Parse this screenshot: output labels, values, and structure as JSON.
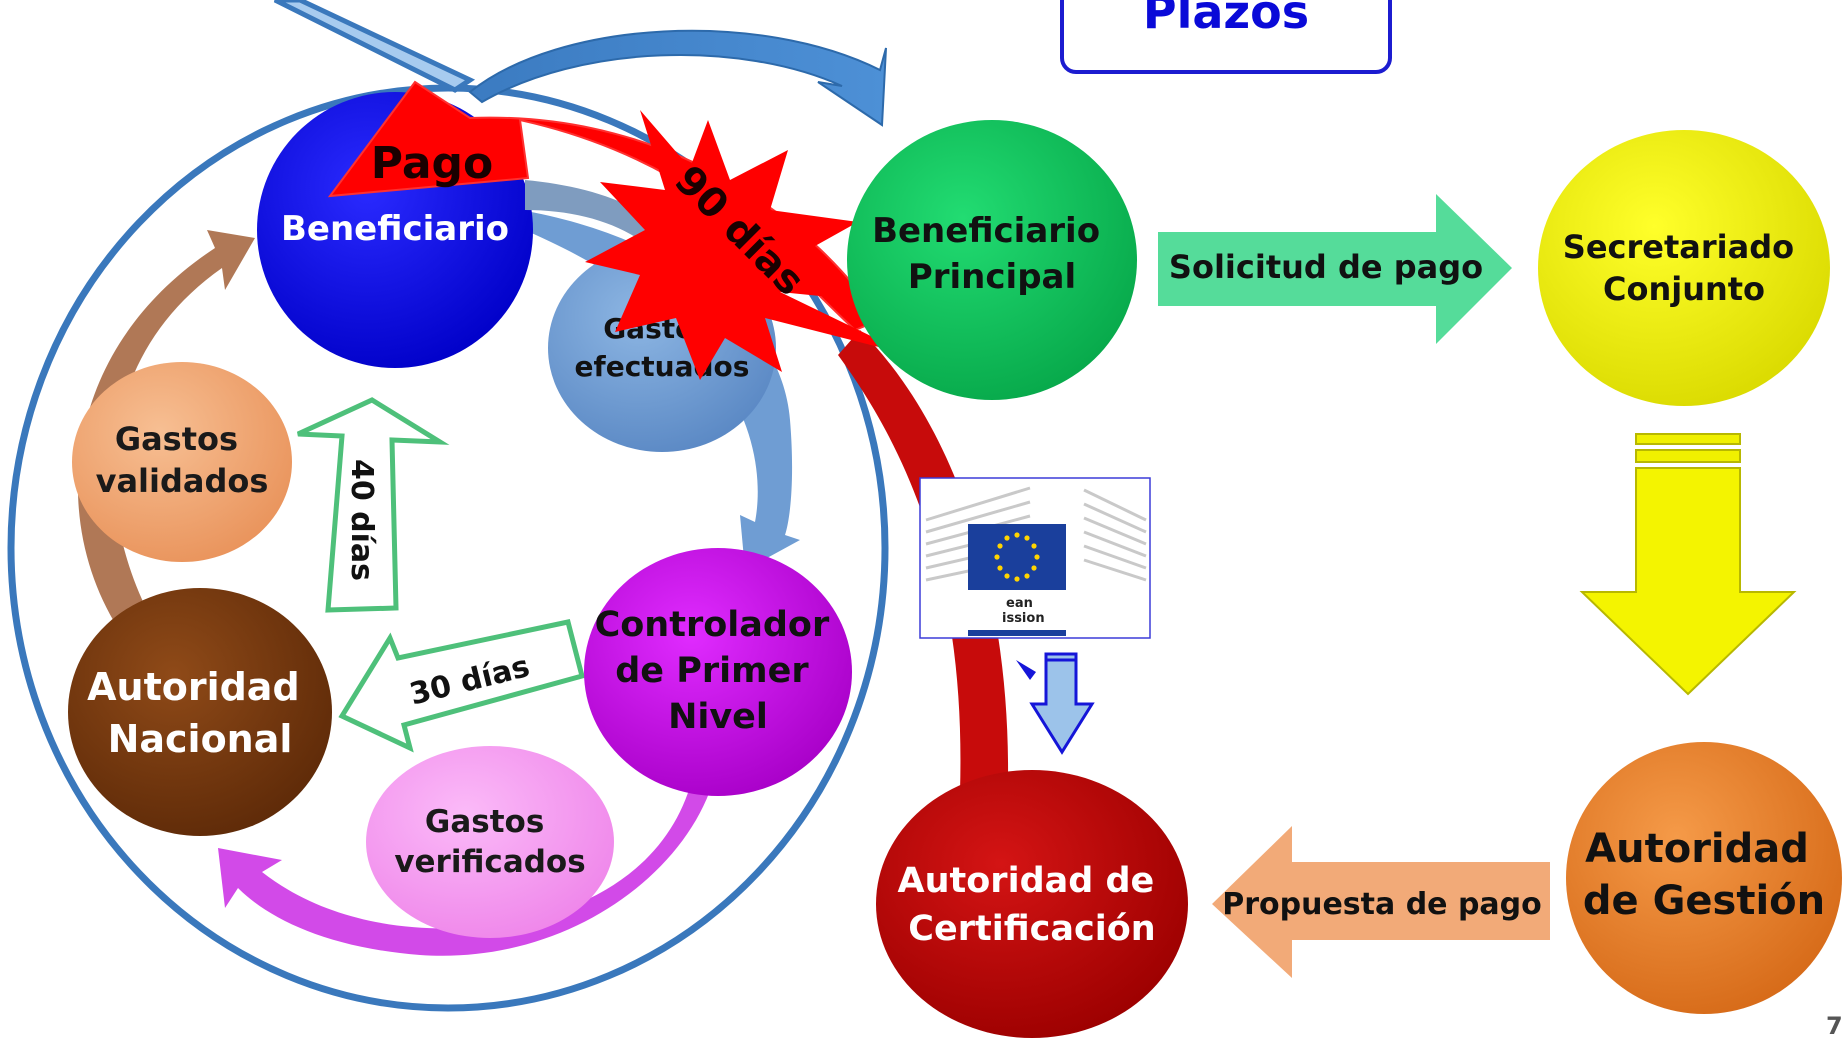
{
  "title": "Plazos",
  "nodes": {
    "beneficiario": "Beneficiario",
    "gastos_efectuados": [
      "Gastos",
      "efectuados"
    ],
    "gastos_validados": [
      "Gastos",
      "validados"
    ],
    "autoridad_nacional": [
      "Autoridad",
      "Nacional"
    ],
    "controlador": [
      "Controlador",
      "de Primer",
      "Nivel"
    ],
    "gastos_verificados": [
      "Gastos",
      "verificados"
    ],
    "beneficiario_principal": [
      "Beneficiario",
      "Principal"
    ],
    "secretariado": [
      "Secretariado",
      "Conjunto"
    ],
    "autoridad_gestion": [
      "Autoridad",
      "de Gestión"
    ],
    "autoridad_certificacion": [
      "Autoridad de",
      "Certificación"
    ]
  },
  "labels": {
    "pago": "Pago",
    "dias_90": "90 días",
    "dias_40": "40 días",
    "dias_30": "30 días",
    "solicitud_pago": "Solicitud de pago",
    "propuesta_pago": "Propuesta de pago"
  },
  "logo_text": [
    "ean",
    "ission"
  ],
  "page_number": "7",
  "colors": {
    "title": "#0a0ad8",
    "beneficiario": "#0a0aee",
    "gastos_efectuados": "#6d9bd1",
    "gastos_validados": "#f4a875",
    "autoridad_nacional": "#7a3a10",
    "controlador": "#cc00ee",
    "gastos_verificados": "#f7a0f2",
    "beneficiario_principal": "#0ec85c",
    "secretariado": "#f2f000",
    "autoridad_gestion": "#ea7f2c",
    "autoridad_certificacion": "#b80808",
    "loop": "#3a78bc",
    "starburst": "#ff0000"
  }
}
